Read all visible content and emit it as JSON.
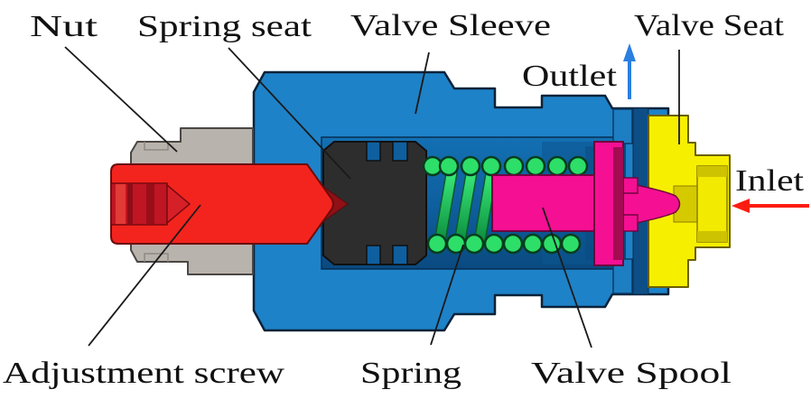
{
  "figure": {
    "kind": "valve-cross-section-diagram",
    "parts": [
      {
        "id": "nut",
        "label": "Nut"
      },
      {
        "id": "spring-seat",
        "label": "Spring seat"
      },
      {
        "id": "valve-sleeve",
        "label": "Valve Sleeve"
      },
      {
        "id": "valve-seat",
        "label": "Valve Seat"
      },
      {
        "id": "outlet",
        "label": "Outlet"
      },
      {
        "id": "inlet",
        "label": "Inlet"
      },
      {
        "id": "adjustment-screw",
        "label": "Adjustment screw"
      },
      {
        "id": "spring",
        "label": "Spring"
      },
      {
        "id": "valve-spool",
        "label": "Valve Spool"
      }
    ],
    "colors": {
      "sleeve_body": "#1e82c8",
      "bore_dark": "#0d4e86",
      "channel_blue": "#1d7ec2",
      "nut_gray": "#b9b3ad",
      "screw_red": "#f3241d",
      "socket_dark_red": "#c01522",
      "seat_black": "#2e2d2d",
      "spring_green": "#2ddf69",
      "spool_magenta": "#f50f93",
      "spool_shadow": "#a30b52",
      "valve_seat_yellow": "#f7ef00",
      "outlet_arrow": "#2a7fe0",
      "inlet_arrow": "#fb1d10",
      "label_text": "#111111"
    }
  }
}
